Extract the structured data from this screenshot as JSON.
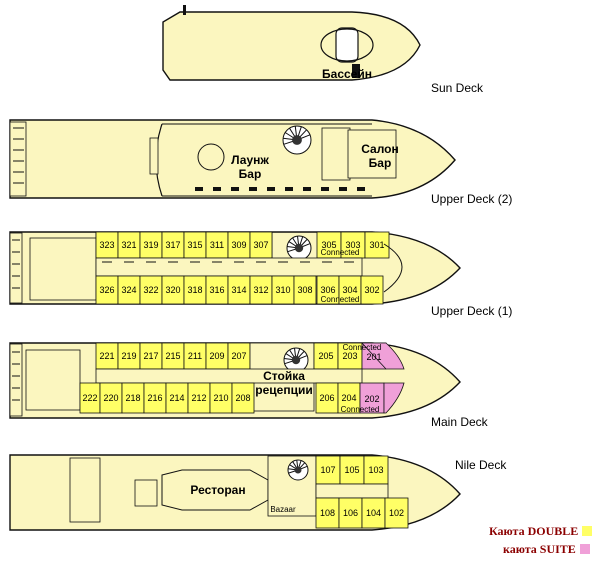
{
  "colors": {
    "hull": "#fbf6bf",
    "double": "#ffff66",
    "suite": "#f0a0d8",
    "outline": "#111111",
    "legend_text": "#8b0000"
  },
  "decks": {
    "sun": {
      "name": "Sun Deck",
      "rooms": [
        "Бассейн"
      ]
    },
    "upper2": {
      "name": "Upper Deck (2)",
      "rooms": [
        "Лаунж",
        "Бар",
        "Салон",
        "Бар"
      ]
    },
    "upper1": {
      "name": "Upper Deck (1)",
      "top_cabins": [
        "323",
        "321",
        "319",
        "317",
        "315",
        "311",
        "309",
        "307",
        "305",
        "303",
        "301"
      ],
      "bottom_cabins": [
        "326",
        "324",
        "322",
        "320",
        "318",
        "316",
        "314",
        "312",
        "310",
        "308",
        "306",
        "304",
        "302"
      ],
      "connected": [
        "Connected",
        "Connected"
      ]
    },
    "main": {
      "name": "Main Deck",
      "top_cabins": [
        "221",
        "219",
        "217",
        "215",
        "211",
        "209",
        "207",
        "205",
        "203",
        "201"
      ],
      "bottom_cabins": [
        "222",
        "220",
        "218",
        "216",
        "214",
        "212",
        "210",
        "208",
        "206",
        "204",
        "202"
      ],
      "rooms": [
        "Стойка",
        "рецепции"
      ],
      "connected": [
        "Connected",
        "Connected"
      ]
    },
    "nile": {
      "name": "Nile Deck",
      "top_cabins": [
        "107",
        "105",
        "103"
      ],
      "bottom_cabins": [
        "108",
        "106",
        "104",
        "102"
      ],
      "rooms": [
        "Ресторан"
      ],
      "bazaar": "Bazaar"
    }
  },
  "legend": {
    "double": "Каюта DOUBLE",
    "suite": "каюта SUITE"
  }
}
